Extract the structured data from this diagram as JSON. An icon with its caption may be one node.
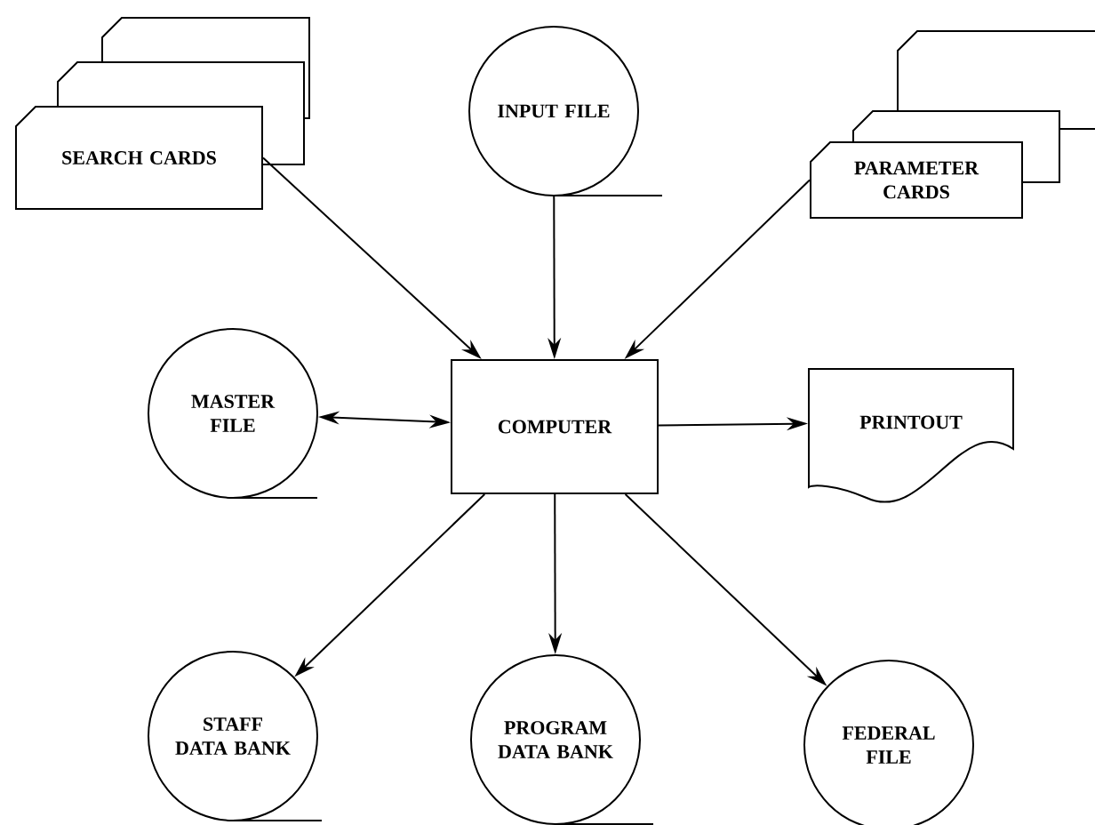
{
  "diagram": {
    "nodes": [
      {
        "text": [
          "SEARCH CARDS"
        ]
      },
      {
        "text": [
          "INPUT FILE"
        ]
      },
      {
        "text": [
          "PARAMETER CARDS"
        ]
      },
      {
        "text": [
          "MASTER FILE"
        ]
      },
      {
        "text": [
          "COMPUTER"
        ]
      },
      {
        "text": [
          "PRINTOUT"
        ]
      },
      {
        "text": [
          "STAFF DATA BANK"
        ]
      },
      {
        "text": [
          "PROGRAM DATA BANK"
        ]
      },
      {
        "text": [
          "FEDERAL FILE"
        ]
      }
    ],
    "edges": [
      {
        "from": 0,
        "to": 4,
        "arrow": "to"
      },
      {
        "from": 1,
        "to": 4,
        "arrow": "to"
      },
      {
        "from": 2,
        "to": 4,
        "arrow": "to"
      },
      {
        "from": 3,
        "to": 4,
        "arrow": "both"
      },
      {
        "from": 4,
        "to": 5,
        "arrow": "to"
      },
      {
        "from": 4,
        "to": 6,
        "arrow": "to"
      },
      {
        "from": 4,
        "to": 7,
        "arrow": "to"
      },
      {
        "from": 4,
        "to": 8,
        "arrow": "to"
      }
    ]
  }
}
